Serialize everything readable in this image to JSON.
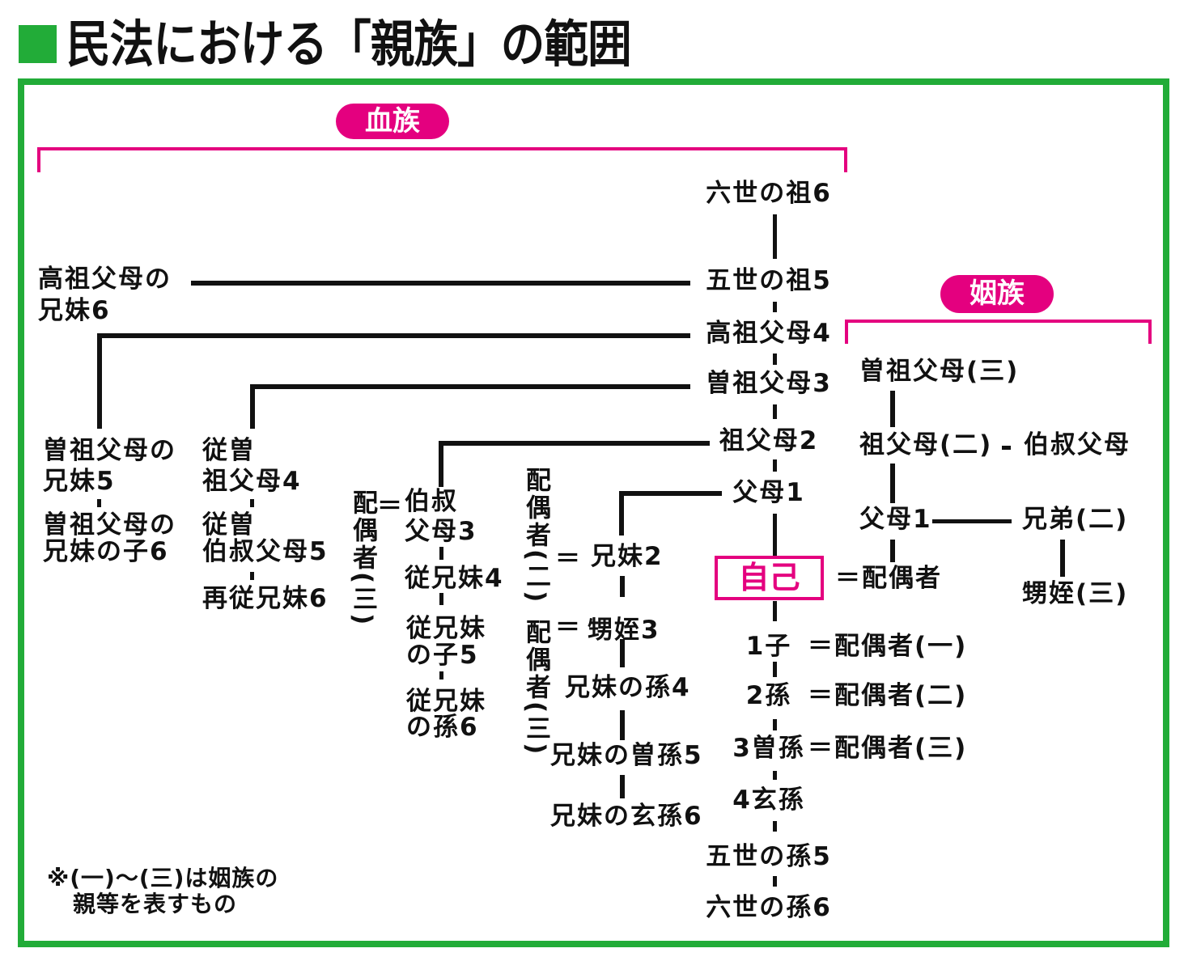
{
  "title": "民法における「親族」の範囲",
  "colors": {
    "accent_green": "#22AC38",
    "magenta": "#E4007F",
    "text": "#111111"
  },
  "badges": {
    "blood": "血族",
    "affinity": "姻族"
  },
  "self": "自己",
  "lineal": {
    "ancestors": [
      "六世の祖6",
      "五世の祖5",
      "高祖父母4",
      "曽祖父母3",
      "祖父母2",
      "父母1"
    ],
    "descendants": [
      "1子",
      "2孫",
      "3曽孫",
      "4玄孫",
      "五世の孫5",
      "六世の孫6"
    ]
  },
  "descendant_spouses": [
    "＝配偶者(一)",
    "＝配偶者(二)",
    "＝配偶者(三)"
  ],
  "collateral": {
    "great_great_grandparents_siblings": [
      "高祖父母の",
      "兄妹6"
    ],
    "great_grandparents_siblings": [
      "曽祖父母の",
      "兄妹5"
    ],
    "great_grandparents_siblings_children": [
      "曽祖父母の",
      "兄妹の子6"
    ],
    "grand_uncles_aunts": [
      "従曽",
      "祖父母4"
    ],
    "grand_uncles_aunts_children": [
      "従曽",
      "伯叔父母5"
    ],
    "second_cousins": "再従兄妹6",
    "uncles_aunts": [
      "伯叔",
      "父母3"
    ],
    "uncles_aunts_spouse": "配偶者(三)",
    "cousins": "従兄妹4",
    "cousins_children": [
      "従兄妹",
      "の子5"
    ],
    "cousins_grandchildren": [
      "従兄妹",
      "の孫6"
    ],
    "siblings": "兄妹2",
    "siblings_spouse": "配偶者(二)",
    "nephews_nieces": "甥姪3",
    "nephews_nieces_spouse": "配偶者(三)",
    "siblings_grandchildren": "兄妹の孫4",
    "siblings_great_grandchildren": "兄妹の曽孫5",
    "siblings_great_great_grandchildren": "兄妹の玄孫6",
    "equals_sign": "＝"
  },
  "affinity": {
    "great_grandparents": "曽祖父母(三)",
    "grandparents": "祖父母(二)",
    "uncles_aunts": "伯叔父母",
    "parents": "父母1",
    "siblings": "兄弟(二)",
    "self_spouse": "＝配偶者",
    "nephews_nieces": "甥姪(三)"
  },
  "footnote": [
    "※(一)～(三)は姻族の",
    "親等を表すもの"
  ]
}
